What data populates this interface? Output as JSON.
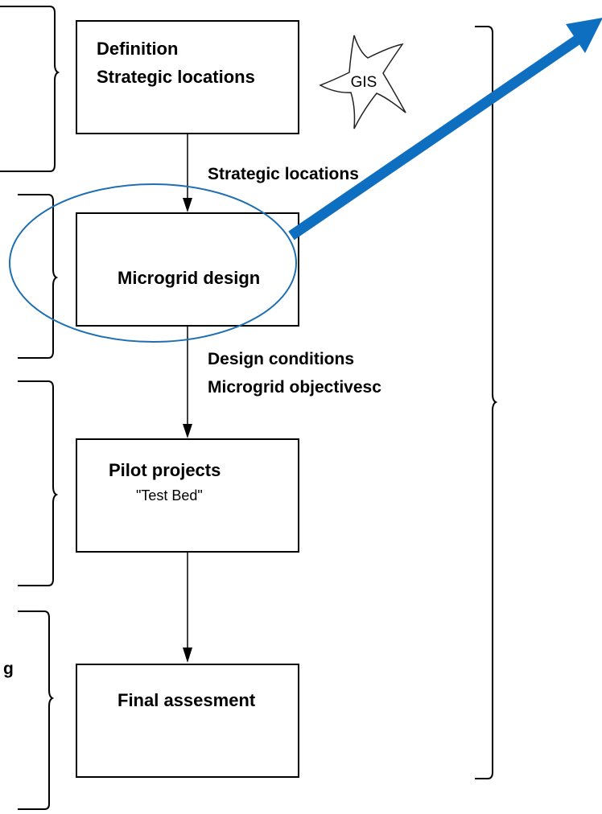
{
  "boxes": {
    "definition": {
      "line1": "Definition",
      "line2": "Strategic locations"
    },
    "microgrid": {
      "label": "Microgrid design"
    },
    "pilot": {
      "label": "Pilot projects",
      "sublabel": "\"Test Bed\""
    },
    "final": {
      "label": "Final assesment"
    }
  },
  "gis_label": "GIS",
  "edges": {
    "strategic": "Strategic locations",
    "design_line1": "Design conditions",
    "design_line2": "Microgrid objectivesc"
  },
  "partial_left_text": "g",
  "colors": {
    "arrow_blue": "#0E6FC1",
    "ellipse_blue": "#1F6FB3",
    "line": "#000000"
  }
}
